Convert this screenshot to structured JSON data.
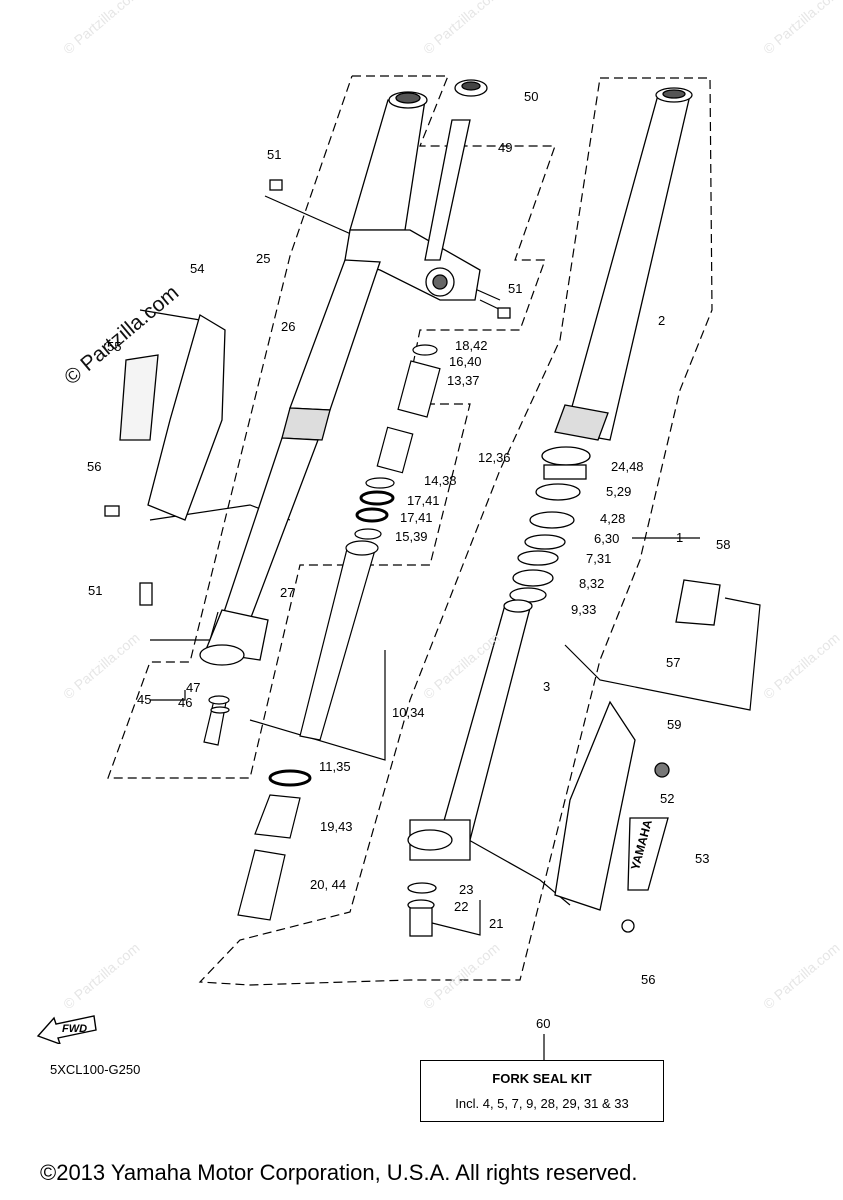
{
  "watermark": "© Partzilla.com",
  "parts": [
    {
      "num": "50",
      "key": "cap"
    },
    {
      "num": "49",
      "key": "upper-bolt"
    },
    {
      "num": "51",
      "key": "bolt-51-top"
    },
    {
      "num": "51",
      "key": "bolt-51-right"
    },
    {
      "num": "51",
      "key": "bolt-51-lower"
    },
    {
      "num": "25",
      "key": "fork-assy-left"
    },
    {
      "num": "54",
      "key": "guard-left"
    },
    {
      "num": "55",
      "key": "guard-label"
    },
    {
      "num": "26",
      "key": "inner-tube-left"
    },
    {
      "num": "18,42",
      "key": "bolt"
    },
    {
      "num": "16,40",
      "key": "o-ring"
    },
    {
      "num": "13,37",
      "key": "cylinder-comp"
    },
    {
      "num": "12,36",
      "key": "cylinder-assy"
    },
    {
      "num": "14,38",
      "key": "washer"
    },
    {
      "num": "17,41",
      "key": "ring-a"
    },
    {
      "num": "17,41",
      "key": "ring-b"
    },
    {
      "num": "15,39",
      "key": "ring-c"
    },
    {
      "num": "56",
      "key": "screw-56-left"
    },
    {
      "num": "56",
      "key": "screw-56-right"
    },
    {
      "num": "27",
      "key": "outer-tube-left"
    },
    {
      "num": "47",
      "key": "washer-47"
    },
    {
      "num": "46",
      "key": "gasket-46"
    },
    {
      "num": "45",
      "key": "bolt-45"
    },
    {
      "num": "10,34",
      "key": "cylinder"
    },
    {
      "num": "11,35",
      "key": "o-ring-11"
    },
    {
      "num": "19,43",
      "key": "spring-guide"
    },
    {
      "num": "20, 44",
      "key": "spring"
    },
    {
      "num": "2",
      "key": "inner-tube-right"
    },
    {
      "num": "24,48",
      "key": "dust-seal"
    },
    {
      "num": "5,29",
      "key": "stopper"
    },
    {
      "num": "4,28",
      "key": "oil-seal"
    },
    {
      "num": "6,30",
      "key": "washer-6"
    },
    {
      "num": "7,31",
      "key": "slide-metal"
    },
    {
      "num": "8,32",
      "key": "clip"
    },
    {
      "num": "9,33",
      "key": "metal-slide"
    },
    {
      "num": "1",
      "key": "fork-assy-right"
    },
    {
      "num": "3",
      "key": "outer-tube-right"
    },
    {
      "num": "58",
      "key": "bracket"
    },
    {
      "num": "57",
      "key": "bracket-cover"
    },
    {
      "num": "59",
      "key": "nut"
    },
    {
      "num": "52",
      "key": "guard-right"
    },
    {
      "num": "53",
      "key": "emblem"
    },
    {
      "num": "23",
      "key": "washer-23"
    },
    {
      "num": "22",
      "key": "gasket-22"
    },
    {
      "num": "21",
      "key": "bolt-21"
    },
    {
      "num": "60",
      "key": "fork-seal-kit"
    }
  ],
  "emblem_text": "YAMAHA",
  "fwd_label": "FWD",
  "diagram_code": "5XCL100-G250",
  "kit": {
    "title": "FORK SEAL KIT",
    "contents": "Incl. 4, 5, 7, 9, 28, 29, 31 & 33"
  },
  "copyright": "©2013 Yamaha Motor Corporation, U.S.A. All rights reserved."
}
